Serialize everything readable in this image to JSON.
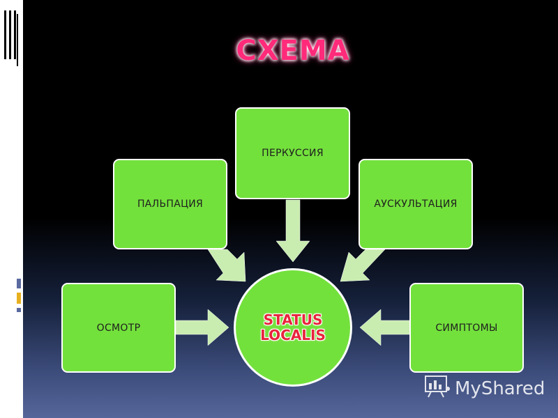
{
  "title": "СХЕМА",
  "center": {
    "label": "STATUS LOCALIS"
  },
  "nodes": {
    "osmotr": "ОСМОТР",
    "palpatsiya": "ПАЛЬПАЦИЯ",
    "perkussiya": "ПЕРКУССИЯ",
    "auskultatsiya": "АУСКУЛЬТАЦИЯ",
    "simptomy": "СИМПТОМЫ"
  },
  "watermark": "MyShared",
  "colors": {
    "node_fill": "#73e13c",
    "arrow_fill": "#c9ecb0",
    "title": "#ff2a7a",
    "center_text": "#e8243c"
  },
  "icons": [
    "presentation-icon"
  ]
}
